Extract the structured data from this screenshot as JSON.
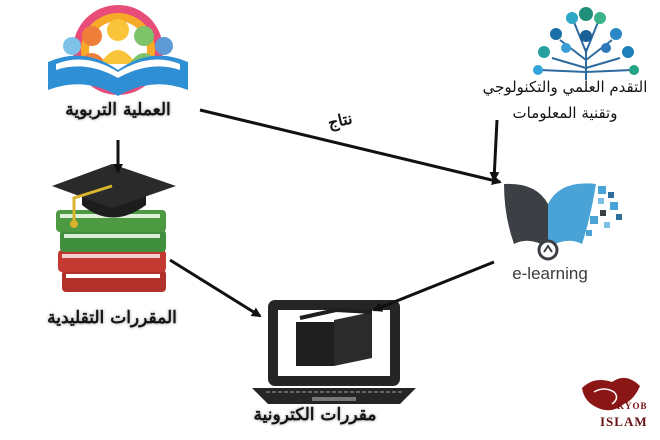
{
  "labels": {
    "educational_process": "العملية التربوية",
    "traditional_courses": "المقررات التقليدية",
    "electronic_courses": "مقررات الكترونية",
    "tech_progress_line1": "التقدم العلمي والتكنولوجي",
    "tech_progress_line2": "وتقنية المعلومات",
    "produced": "نتاج"
  },
  "elearning_logo_text": "e-learning",
  "watermark": {
    "line1": "KYOB",
    "line2": "ISLAM"
  },
  "colors": {
    "arrow": "#111111",
    "elearning_blue": "#4aa3d6",
    "elearning_dark": "#3c3f44",
    "book_green": "#3f8f3c",
    "book_red": "#b3312b",
    "watermark": "#8a1616"
  },
  "icons": [
    "educational-process-icon",
    "graduation-books-icon",
    "tech-network-icon",
    "elearning-logo-icon",
    "laptop-book-icon",
    "watermark-logo-icon"
  ]
}
